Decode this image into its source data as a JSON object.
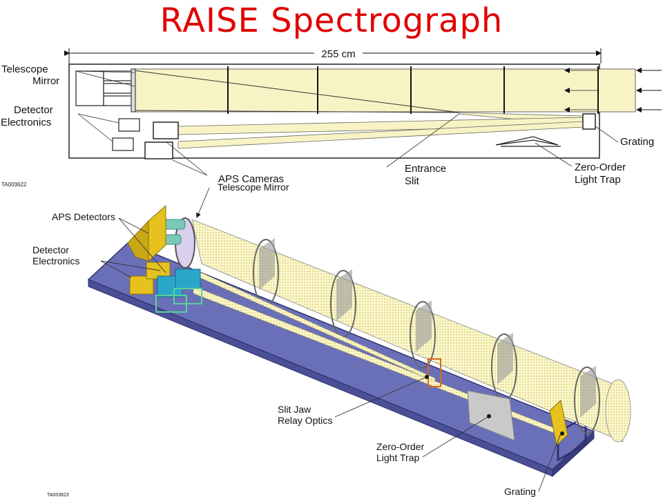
{
  "title": "RAISE Spectrograph",
  "top_view": {
    "dimension": "255 cm",
    "labels": {
      "telescope_mirror_1": "Telescope",
      "telescope_mirror_2": "Mirror",
      "detector_electronics_1": "Detector",
      "detector_electronics_2": "Electronics",
      "aps_cameras": "APS Cameras",
      "entrance_slit_1": "Entrance",
      "entrance_slit_2": "Slit",
      "grating": "Grating",
      "zero_order_1": "Zero-Order",
      "zero_order_2": "Light Trap"
    },
    "figure_id": "TA003622"
  },
  "iso_view": {
    "labels": {
      "telescope_mirror": "Telescope Mirror",
      "aps_detectors": "APS Detectors",
      "detector_electronics_1": "Detector",
      "detector_electronics_2": "Electronics",
      "slit_jaw_1": "Slit Jaw",
      "slit_jaw_2": "Relay Optics",
      "zero_order_1": "Zero-Order",
      "zero_order_2": "Light Trap",
      "grating": "Grating"
    },
    "figure_id": "TA003623"
  },
  "colors": {
    "title": "#e00000",
    "beam": "#f7f3c4",
    "plate": "#6a70b8",
    "detector": "#2aa6c8",
    "electronics": "#e5c21e"
  }
}
